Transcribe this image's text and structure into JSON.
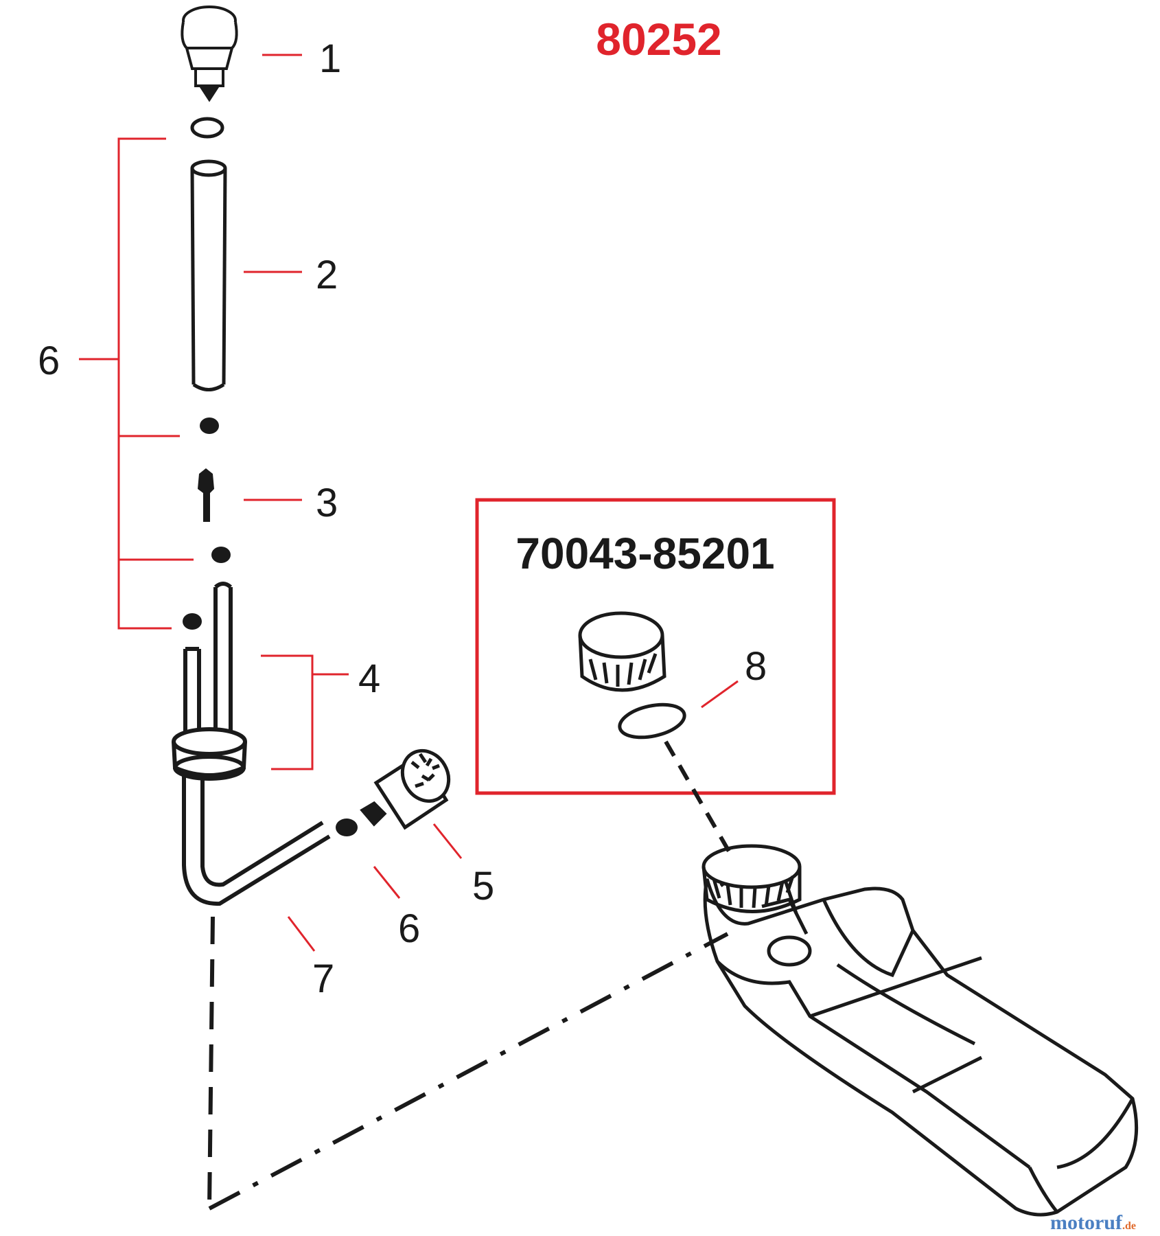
{
  "diagram": {
    "part_number": "80252",
    "kit_code": "70043-85201",
    "callouts": {
      "c1": "1",
      "c2": "2",
      "c3": "3",
      "c4": "4",
      "c5": "5",
      "c6a": "6",
      "c6b": "6",
      "c7": "7",
      "c8": "8"
    },
    "watermark": {
      "main": "motoruf",
      "suffix": ".de"
    }
  },
  "colors": {
    "leader": "#e0242c",
    "title": "#e0242c",
    "line": "#1a1a1a"
  }
}
